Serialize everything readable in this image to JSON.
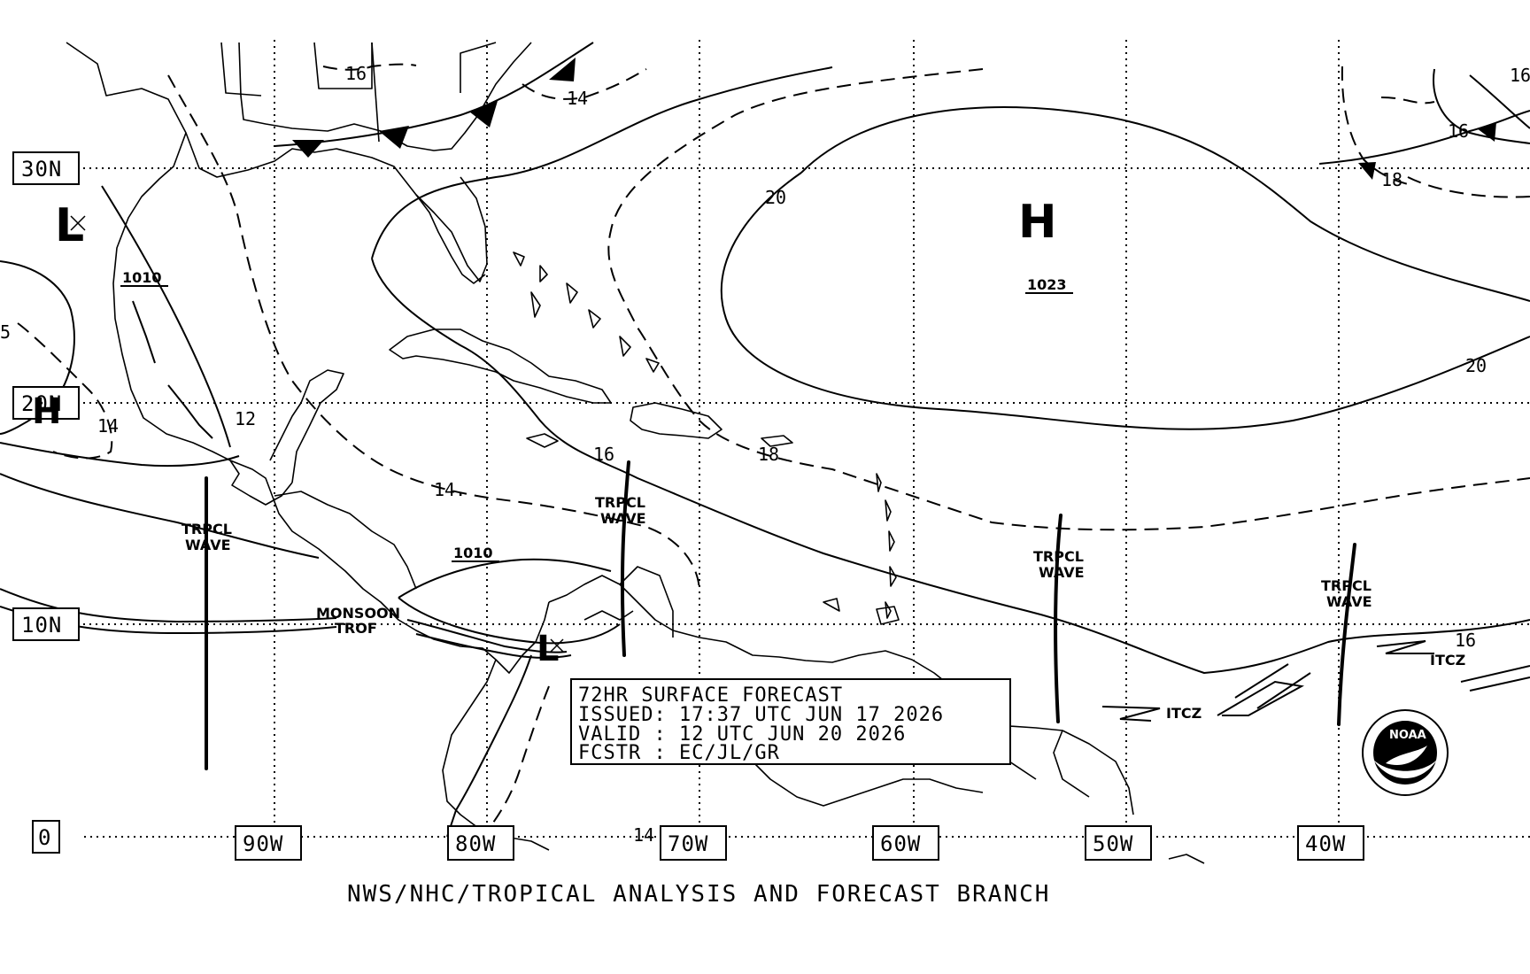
{
  "latitude_labels": [
    "30N",
    "20N",
    "10N",
    "0"
  ],
  "longitude_labels": [
    "90W",
    "80W",
    "70W",
    "60W",
    "50W",
    "40W"
  ],
  "pressure_centers": [
    {
      "symbol": "H",
      "pressure": "1023"
    },
    {
      "symbol": "L",
      "pressure": "1010"
    },
    {
      "symbol": "H",
      "pressure": ""
    },
    {
      "symbol": "L",
      "pressure": "1010"
    }
  ],
  "isobar_labels": [
    "16",
    "14",
    "20",
    "20",
    "16",
    "18",
    "14",
    "12",
    "16",
    "18",
    "14.",
    "14",
    "16",
    "5"
  ],
  "features": {
    "tropical_wave": [
      "TRPCL",
      "WAVE"
    ],
    "monsoon_trough": [
      "MONSOON",
      "TROF"
    ],
    "itcz": "ITCZ"
  },
  "forecast_box": {
    "line1": "72HR SURFACE FORECAST",
    "line2": "ISSUED: 17:37 UTC JUN 17 2026",
    "line3": "VALID : 12 UTC JUN 20 2026",
    "line4": "FCSTR : EC/JL/GR"
  },
  "footer": "NWS/NHC/TROPICAL ANALYSIS AND FORECAST BRANCH",
  "logo": {
    "text": "NOAA"
  }
}
